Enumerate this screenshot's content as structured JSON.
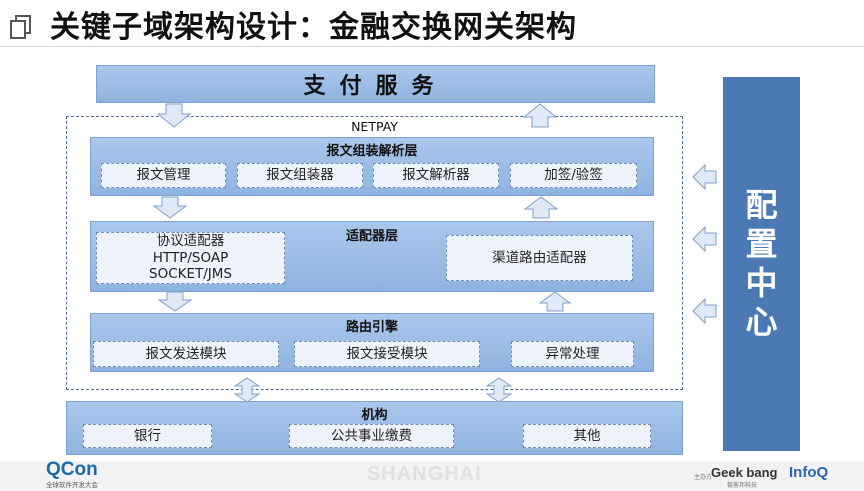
{
  "title": "关键子域架构设计：金融交换网关架构",
  "top_band": {
    "label": "支付服务"
  },
  "netpay": {
    "label": "NETPAY"
  },
  "layers": {
    "message": {
      "title": "报文组装解析层",
      "items": [
        "报文管理",
        "报文组装器",
        "报文解析器",
        "加签/验签"
      ]
    },
    "adapter": {
      "title": "适配器层",
      "protocol_lines": [
        "协议适配器",
        "HTTP/SOAP",
        "SOCKET/JMS"
      ],
      "channel": "渠道路由适配器"
    },
    "routing": {
      "title": "路由引擎",
      "items": [
        "报文发送模块",
        "报文接受模块",
        "异常处理"
      ]
    },
    "institution": {
      "title": "机构",
      "items": [
        "银行",
        "公共事业缴费",
        "其他"
      ]
    }
  },
  "config_center": {
    "chars": [
      "配",
      "置",
      "中",
      "心"
    ]
  },
  "footer": {
    "qcon": "QCon",
    "qcon_sub": "全球软件开发大会",
    "city": "SHANGHAI",
    "organizer": "主办方",
    "geekbang": "Geek bang",
    "geekbang_sub": "极客邦科技",
    "infoq": "InfoQ"
  },
  "colors": {
    "band": "#9dbde6",
    "config": "#4a79b4",
    "arrow_fill": "#dfe9f7",
    "arrow_stroke": "#7f9fc8"
  }
}
